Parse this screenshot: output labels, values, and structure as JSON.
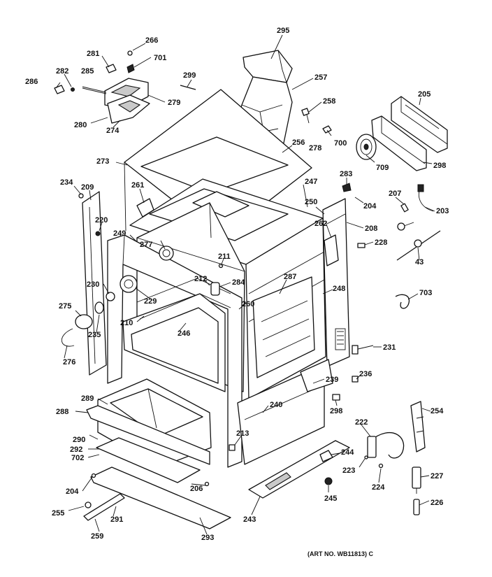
{
  "callouts": {
    "c295": "295",
    "c257": "257",
    "c258": "258",
    "c266": "266",
    "c281": "281",
    "c701": "701",
    "c282": "282",
    "c285": "285",
    "c286": "286",
    "c279": "279",
    "c299": "299",
    "c280": "280",
    "c274": "274",
    "c205": "205",
    "c700": "700",
    "c709": "709",
    "c298a": "298",
    "c256": "256",
    "c278": "278",
    "c273": "273",
    "c234": "234",
    "c209": "209",
    "c261": "261",
    "c247": "247",
    "c283": "283",
    "c204a": "204",
    "c207": "207",
    "c203": "203",
    "c250": "250",
    "c262": "262",
    "c208": "208",
    "c220": "220",
    "c249": "249",
    "c277": "277",
    "c228": "228",
    "c211": "211",
    "c43": "43",
    "c230": "230",
    "c212": "212",
    "c284": "284",
    "c287": "287",
    "c229": "229",
    "c260": "260",
    "c248": "248",
    "c703": "703",
    "c275": "275",
    "c210": "210",
    "c246": "246",
    "c235": "235",
    "c231": "231",
    "c276": "276",
    "c236": "236",
    "c239": "239",
    "c289": "289",
    "c240": "240",
    "c288": "288",
    "c298b": "298",
    "c254": "254",
    "c222": "222",
    "c290": "290",
    "c213": "213",
    "c292": "292",
    "c702": "702",
    "c244": "244",
    "c223": "223",
    "c224": "224",
    "c227": "227",
    "c204b": "204",
    "c206": "206",
    "c245": "245",
    "c226": "226",
    "c255": "255",
    "c243": "243",
    "c291": "291",
    "c259": "259",
    "c293": "293"
  },
  "art_number": "(ART NO. WB11813) C"
}
